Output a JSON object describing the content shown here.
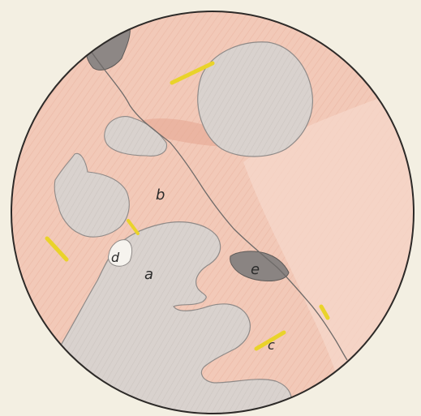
{
  "colors": {
    "paper": "#f3efe2",
    "pink_field": "#f2c7b6",
    "pink_stroke": "#e4a690",
    "grey_grain": "#d8d0cc",
    "grey_outline": "#8f8a88",
    "dark_grain": "#8a8482",
    "yellow_needle": "#e9d32a",
    "circle_edge": "#2d2a28"
  },
  "labels": {
    "a": "a",
    "b": "b",
    "c": "c",
    "d": "d",
    "e": "e"
  }
}
